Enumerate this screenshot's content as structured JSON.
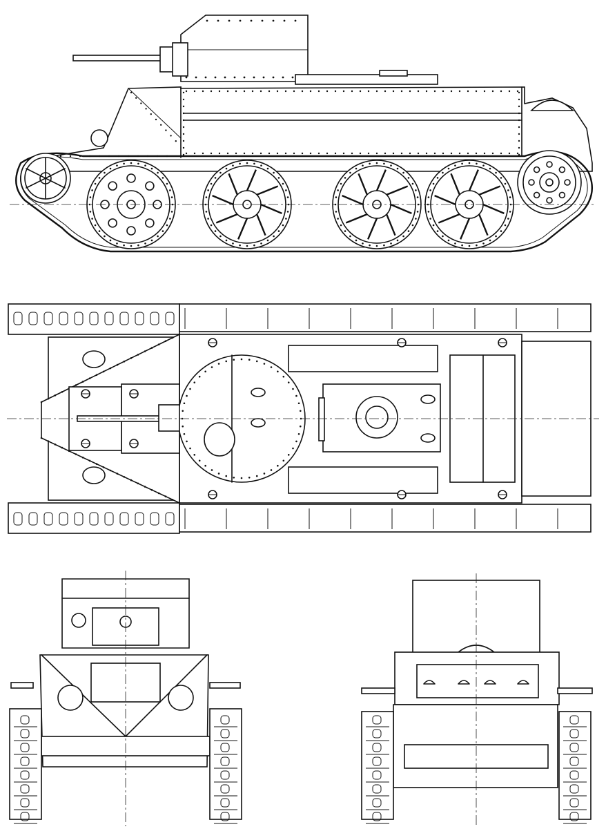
{
  "drawing": {
    "subject": "tank-technical-drawing",
    "views": [
      "side-view",
      "top-view",
      "front-view",
      "rear-view"
    ],
    "line_color": "#111111",
    "paper_color": "#ffffff"
  }
}
